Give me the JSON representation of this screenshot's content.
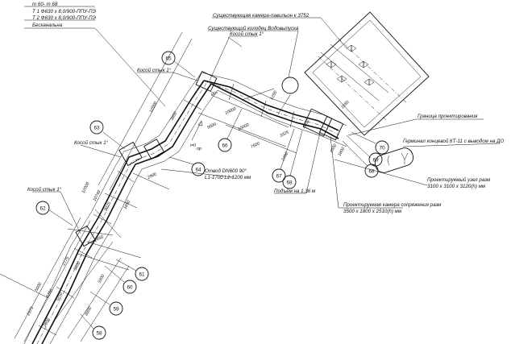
{
  "title_block": {
    "line1": "т 60- т 68",
    "line2": "Т 1 Ф630 х 8,0/900-ППУ-ПЭ",
    "line3": "Т 2 Ф630 х 8,0/900-ППУ-ПЭ",
    "line4": "Бесканальна"
  },
  "callouts": {
    "existing_chamber": "Существующая камера-павильон к 3752",
    "existing_well": "Существующий колодец Водовыпуска",
    "boundary": "Граница проектирования",
    "terminal": "Герминал концевой КТ-11 с выводом на ДО",
    "designed_node_1": "Проектируемый узел разм",
    "designed_node_2": "3100 х 3100 х 3120(h) мм",
    "designed_chamber_1": "Проектируемая камера сопряжения разм",
    "designed_chamber_2": "3500 х 1800 х 2510(h) мм",
    "outlet_1": "Отвод DN600 90°",
    "outlet_2": "L1-1700 L2-1200 мм",
    "rise": "Подъём на 1,36 м",
    "north": "пр",
    "skew_joint": "Косой стык 1°"
  },
  "node_numbers": [
    "58",
    "59",
    "60",
    "61",
    "62",
    "63",
    "64",
    "65",
    "66",
    "67",
    "68",
    "69",
    "70"
  ],
  "dimensions": {
    "d12000": "12000",
    "d3800": "3800",
    "d10000a": "10000",
    "d10000b": "10000",
    "d5600": "5600",
    "d7600": "7600",
    "d3325": "3325",
    "d2360": "2360",
    "d2900": "2900",
    "d1650": "1650",
    "d10740": "10740",
    "d9075": "9075",
    "d12000b": "12000",
    "d2450": "2450",
    "d2775": "2775",
    "d3800b": "3800",
    "d3300": "3300",
    "d5700": "5700",
    "d5250": "5250",
    "d5000": "5000",
    "d2375": "2375",
    "d3800c": "3800",
    "d8500": "8500",
    "d1050": "1050",
    "d1800": "1800",
    "d4500": "4500",
    "d1200": "1200",
    "d4050": "4050",
    "d90": "90°"
  }
}
